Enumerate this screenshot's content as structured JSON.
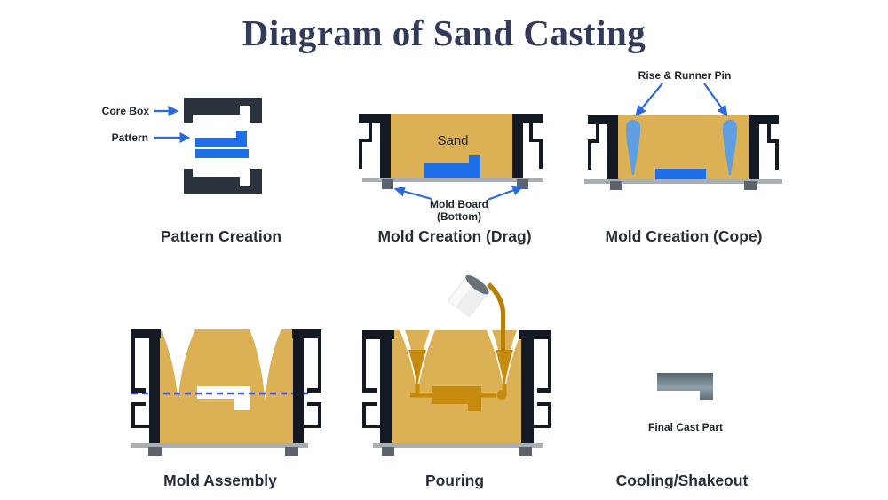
{
  "title": {
    "text": "Diagram of Sand Casting"
  },
  "colors": {
    "sand": "#dcb054",
    "flask_dark": "#131a23",
    "corebox_dark": "#2a333d",
    "pattern_blue": "#1f70e8",
    "pin_blue": "#5f9ee0",
    "arrow_blue": "#2a6ae0",
    "dashed_blue": "#3d50d8",
    "board_gray": "#a9aeb5",
    "foot_gray": "#5b646d",
    "molten_fill": "#c58a0e",
    "molten_stream": "#b87f06",
    "crucible_body": "#eceeef",
    "crucible_rim": "#68727a",
    "part_top": "#55656f",
    "part_mid": "#90a0aa",
    "part_bottom": "#5e6d79",
    "title_color": "#333b5a",
    "caption_color": "#272e3a",
    "label_color": "#20262e"
  },
  "panels": {
    "pattern_creation": {
      "caption": "Pattern Creation",
      "core_box_label": "Core Box",
      "pattern_label": "Pattern"
    },
    "mold_drag": {
      "caption": "Mold Creation (Drag)",
      "sand_label": "Sand",
      "board_label_line1": "Mold Board",
      "board_label_line2": "(Bottom)"
    },
    "mold_cope": {
      "caption": "Mold Creation (Cope)",
      "pin_label": "Rise & Runner Pin"
    },
    "mold_assembly": {
      "caption": "Mold Assembly"
    },
    "pouring": {
      "caption": "Pouring"
    },
    "cooling": {
      "caption": "Cooling/Shakeout",
      "part_label": "Final Cast Part"
    }
  }
}
